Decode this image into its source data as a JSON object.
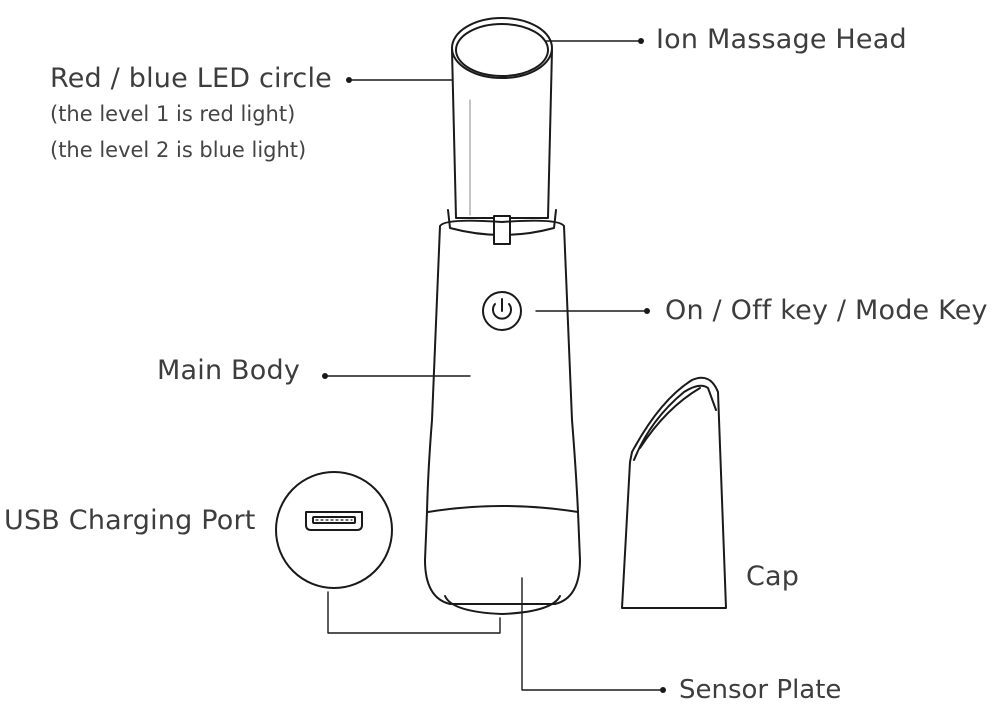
{
  "labels": {
    "ion_massage_head": "Ion Massage Head",
    "led_circle": "Red / blue LED circle",
    "led_note_1": "(the level 1 is red light)",
    "led_note_2": "(the level 2 is blue light)",
    "power_key": "On / Off key / Mode Key",
    "main_body": "Main Body",
    "usb_port": "USB Charging Port",
    "cap": "Cap",
    "sensor_plate": "Sensor Plate"
  },
  "colors": {
    "stroke": "#1a1a1a",
    "text": "#3d3d3d"
  },
  "icons": {
    "power": "power-icon"
  }
}
